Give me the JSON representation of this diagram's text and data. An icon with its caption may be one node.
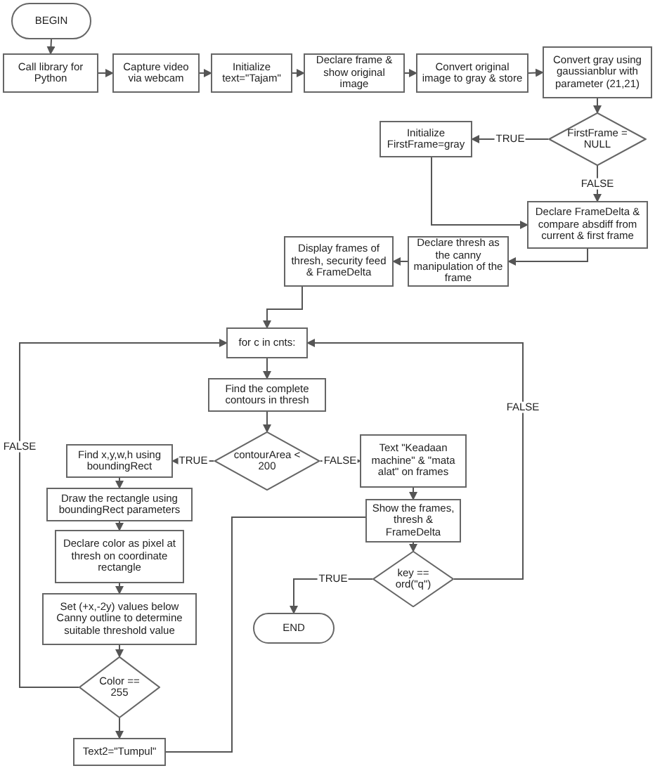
{
  "diagram": {
    "nodes": [
      {
        "text": [
          "BEGIN"
        ]
      },
      {
        "text": [
          "Call library for Python"
        ]
      },
      {
        "text": [
          "Capture video via webcam"
        ]
      },
      {
        "text": [
          "Initialize text=\"Tajam\""
        ]
      },
      {
        "text": [
          "Declare frame & show original image"
        ]
      },
      {
        "text": [
          "Convert original image to gray & store"
        ]
      },
      {
        "text": [
          "Convert gray using gaussianblur with parameter (21,21)"
        ]
      },
      {
        "text": [
          "Initialize FirstFrame=gray"
        ]
      },
      {
        "text": [
          "FirstFrame = NULL"
        ]
      },
      {
        "text": [
          "Declare FrameDelta & compare absdiff from current & first frame"
        ]
      },
      {
        "text": [
          "Display frames of thresh, security feed & FrameDelta"
        ]
      },
      {
        "text": [
          "Declare thresh as the canny manipulation of the frame"
        ]
      },
      {
        "text": [
          "for c in cnts:"
        ]
      },
      {
        "text": [
          "Find the complete contours in thresh"
        ]
      },
      {
        "text": [
          "Find x,y,w,h using boundingRect"
        ]
      },
      {
        "text": [
          "contourArea < 200"
        ]
      },
      {
        "text": [
          "Text \"Keadaan machine\" & \"mata alat\" on frames"
        ]
      },
      {
        "text": [
          "Draw the rectangle using boundingRect parameters"
        ]
      },
      {
        "text": [
          "Show the frames, thresh & FrameDelta"
        ]
      },
      {
        "text": [
          "key == ord(\"q\")"
        ]
      },
      {
        "text": [
          "Declare color as pixel at thresh on coordinate rectangle"
        ]
      },
      {
        "text": [
          "END"
        ]
      },
      {
        "text": [
          "Set (+x,-2y) values below Canny outline to determine suitable threshold value"
        ]
      },
      {
        "text": [
          "Color == 255"
        ]
      },
      {
        "text": [
          "Text2=\"Tumpul\""
        ]
      }
    ],
    "edges": [
      {
        "from": 0,
        "to": 1,
        "arrow": "to"
      },
      {
        "from": 1,
        "to": 2,
        "arrow": "to"
      },
      {
        "from": 2,
        "to": 3,
        "arrow": "to"
      },
      {
        "from": 3,
        "to": 4,
        "arrow": "to"
      },
      {
        "from": 4,
        "to": 5,
        "arrow": "to"
      },
      {
        "from": 5,
        "to": 6,
        "arrow": "to"
      },
      {
        "from": 6,
        "to": 8,
        "arrow": "to"
      },
      {
        "from": 8,
        "to": 7,
        "arrow": "to",
        "label": "TRUE"
      },
      {
        "from": 8,
        "to": 9,
        "arrow": "to",
        "label": "FALSE"
      },
      {
        "from": 7,
        "to": 9,
        "arrow": "to"
      },
      {
        "from": 9,
        "to": 11,
        "arrow": "to"
      },
      {
        "from": 11,
        "to": 10,
        "arrow": "to"
      },
      {
        "from": 10,
        "to": 12,
        "arrow": "to"
      },
      {
        "from": 12,
        "to": 13,
        "arrow": "to"
      },
      {
        "from": 13,
        "to": 15,
        "arrow": "to"
      },
      {
        "from": 15,
        "to": 14,
        "arrow": "to",
        "label": "TRUE"
      },
      {
        "from": 15,
        "to": 16,
        "arrow": "to",
        "label": "FALSE"
      },
      {
        "from": 14,
        "to": 17,
        "arrow": "to"
      },
      {
        "from": 17,
        "to": 20,
        "arrow": "to"
      },
      {
        "from": 20,
        "to": 22,
        "arrow": "to"
      },
      {
        "from": 22,
        "to": 23,
        "arrow": "to"
      },
      {
        "from": 23,
        "to": 24,
        "arrow": "to"
      },
      {
        "from": 23,
        "to": 12,
        "arrow": "to",
        "label": "FALSE"
      },
      {
        "from": 24,
        "to": 18,
        "arrow": "none"
      },
      {
        "from": 16,
        "to": 18,
        "arrow": "to"
      },
      {
        "from": 18,
        "to": 19,
        "arrow": "to"
      },
      {
        "from": 19,
        "to": 21,
        "arrow": "to",
        "label": "TRUE"
      },
      {
        "from": 19,
        "to": 12,
        "arrow": "to",
        "label": "FALSE"
      }
    ]
  }
}
